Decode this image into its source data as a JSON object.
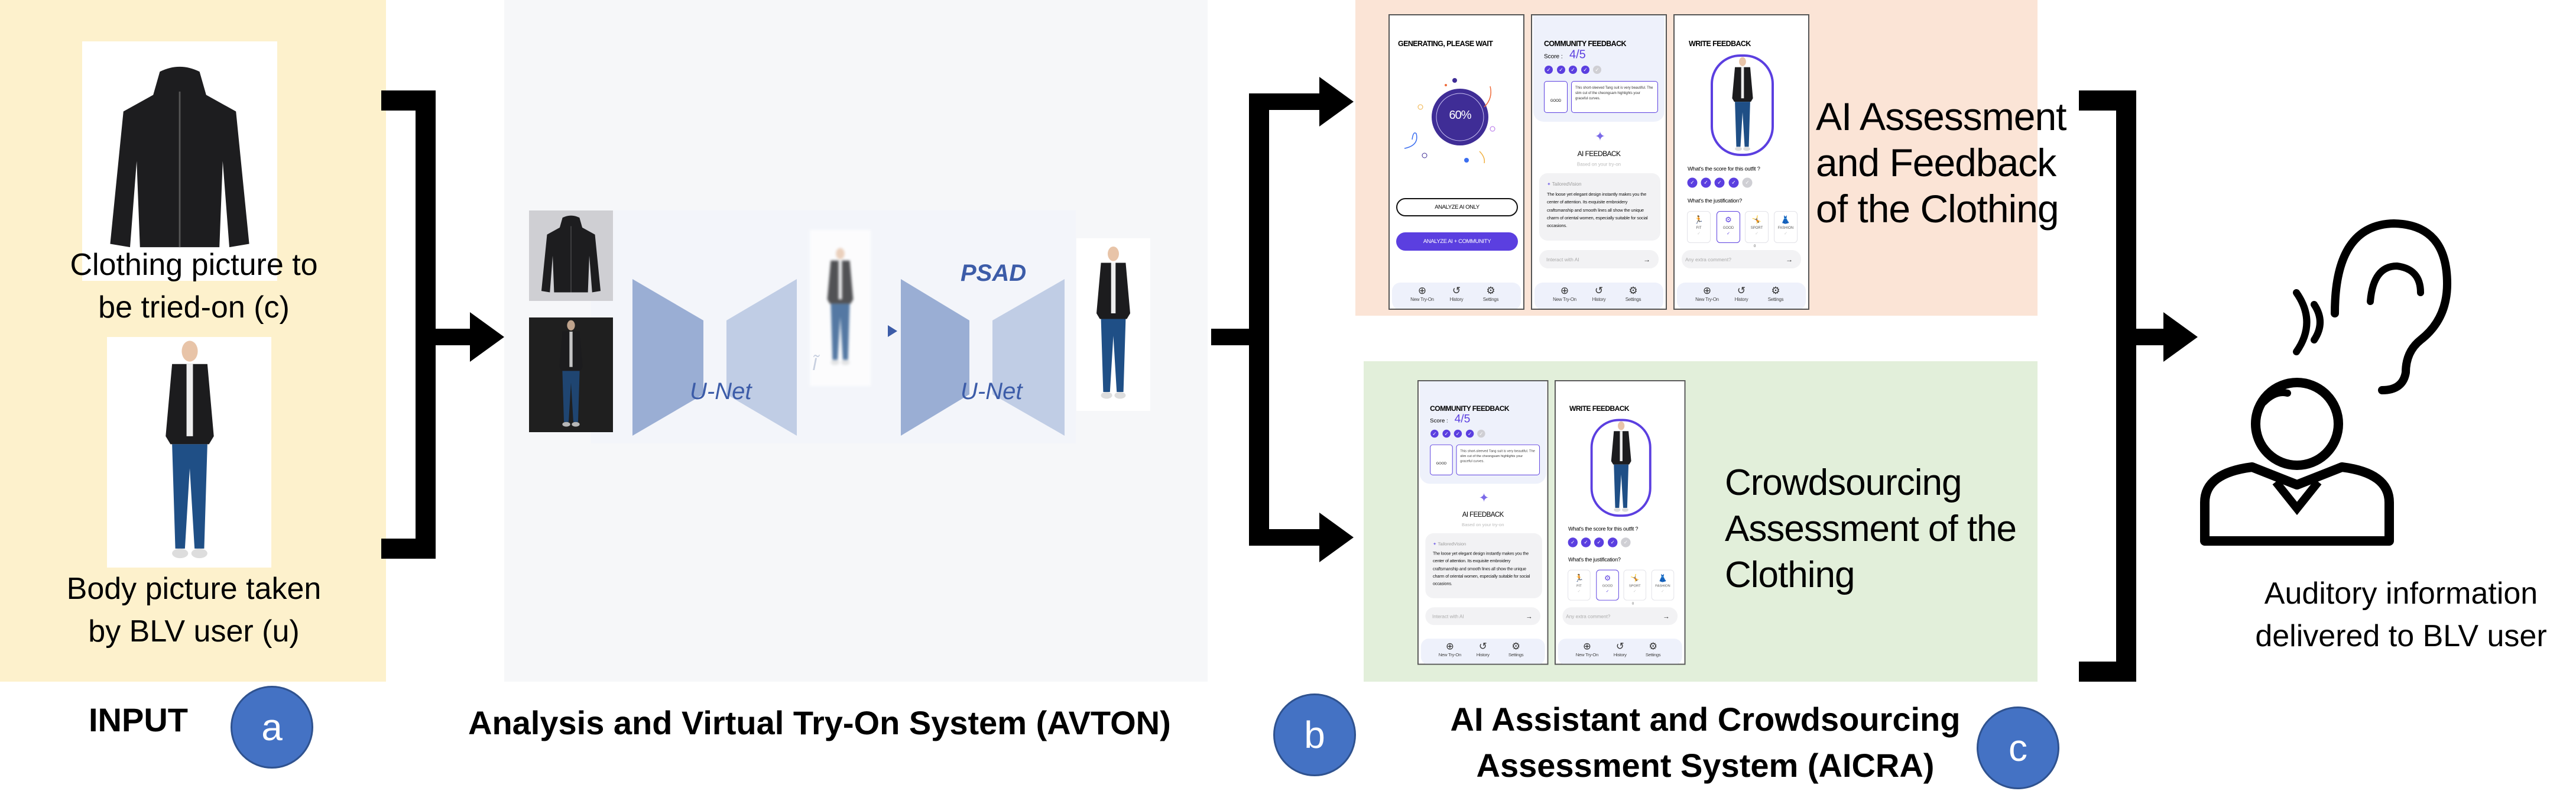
{
  "colors": {
    "input_bg": "#fdf1cc",
    "avton_bg": "#f6f7f9",
    "ai_bg": "#fbe4d6",
    "crowd_bg": "#e2efda",
    "badge": "#4472c4",
    "accent": "#5b3fe0",
    "unet_dark": "#9aaed4",
    "unet_light": "#c0cde5"
  },
  "input": {
    "clothing_caption_1": "Clothing picture to",
    "clothing_caption_2": "be tried-on (c)",
    "body_caption_1": "Body picture taken",
    "body_caption_2": "by BLV user (u)",
    "label": "INPUT",
    "badge": "a"
  },
  "avton": {
    "unet_1": "U-Net",
    "unet_2": "U-Net",
    "psad": "PSAD",
    "intermediate_symbol": "Ĩ",
    "label": "Analysis and Virtual Try-On System (AVTON)",
    "badge": "b"
  },
  "aicra": {
    "ai_text_1": "AI Assessment",
    "ai_text_2": "and Feedback",
    "ai_text_3": "of the Clothing",
    "crowd_text_1": "Crowdsourcing",
    "crowd_text_2": "Assessment of the",
    "crowd_text_3": "Clothing",
    "label_1": "AI Assistant and Crowdsourcing",
    "label_2": "Assessment System (AICRA)",
    "badge": "c"
  },
  "output": {
    "caption_1": "Auditory information",
    "caption_2": "delivered to BLV user",
    "icon": "listening-person-icon"
  },
  "app": {
    "nav": [
      {
        "label": "New Try-On",
        "icon": "plus-circle-icon"
      },
      {
        "label": "History",
        "icon": "history-icon"
      },
      {
        "label": "Settings",
        "icon": "gear-icon"
      }
    ],
    "generating": {
      "title": "GENERATING, PLEASE WAIT",
      "progress_percent": 60,
      "progress_label": "60%",
      "btn_ai_only": "ANALYZE AI ONLY",
      "btn_ai_community": "ANALYZE AI + COMMUNITY"
    },
    "community": {
      "title": "COMMUNITY FEEDBACK",
      "score_label": "Score :",
      "score": "4/5",
      "score_value": 4,
      "score_max": 5,
      "tag": "GOOD",
      "comment": "This short-sleeved Tang suit is very beautiful. The slim cut of the cheongsam highlights your graceful curves.",
      "ai_title": "AI FEEDBACK",
      "ai_subtitle": "Based on your try-on",
      "ai_source": "TailoredVision",
      "ai_text": "The loose yet elegant design instantly makes you the center of attention. Its exquisite embroidery craftsmanship and smooth lines all show the unique charm of oriental women, especially suitable for social occasions.",
      "input_placeholder": "Interact with AI"
    },
    "write": {
      "title": "WRITE FEEDBACK",
      "score_question": "What's the score for this outfit ?",
      "score_value": 4,
      "score_max": 5,
      "justification_question": "What's the justification?",
      "options": [
        {
          "label": "FIT",
          "selected": false
        },
        {
          "label": "GOOD",
          "selected": true
        },
        {
          "label": "SPORT",
          "selected": false
        },
        {
          "label": "FASHION",
          "selected": false
        }
      ],
      "count": "0",
      "input_placeholder": "Any extra comment?"
    }
  }
}
